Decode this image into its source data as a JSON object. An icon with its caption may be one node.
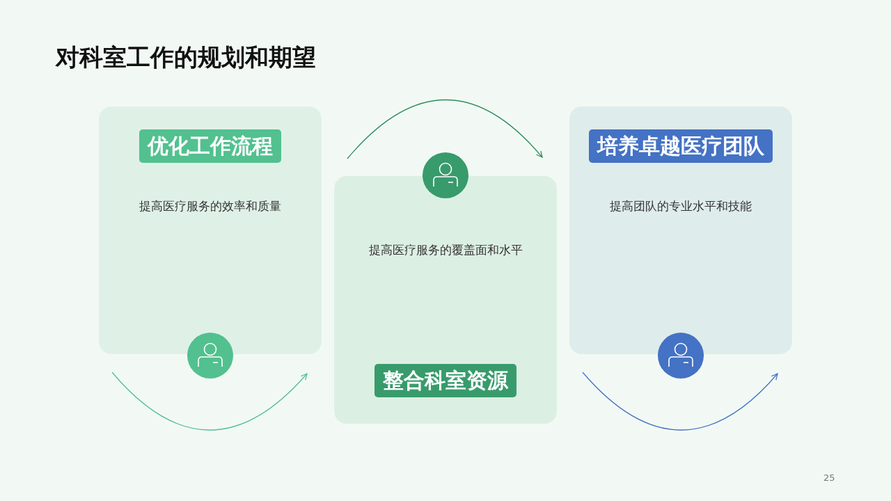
{
  "diagram": {
    "title": "对科室工作的规划和期望",
    "nodes": [
      {
        "text": [
          "优化工作流程",
          "提高医疗服务的效率和质量"
        ]
      },
      {
        "text": [
          "提高医疗服务的覆盖面和水平",
          "整合科室资源"
        ]
      },
      {
        "text": [
          "培养卓越医疗团队",
          "提高团队的专业水平和技能"
        ]
      }
    ],
    "edges": [],
    "labels": [
      "25"
    ]
  }
}
